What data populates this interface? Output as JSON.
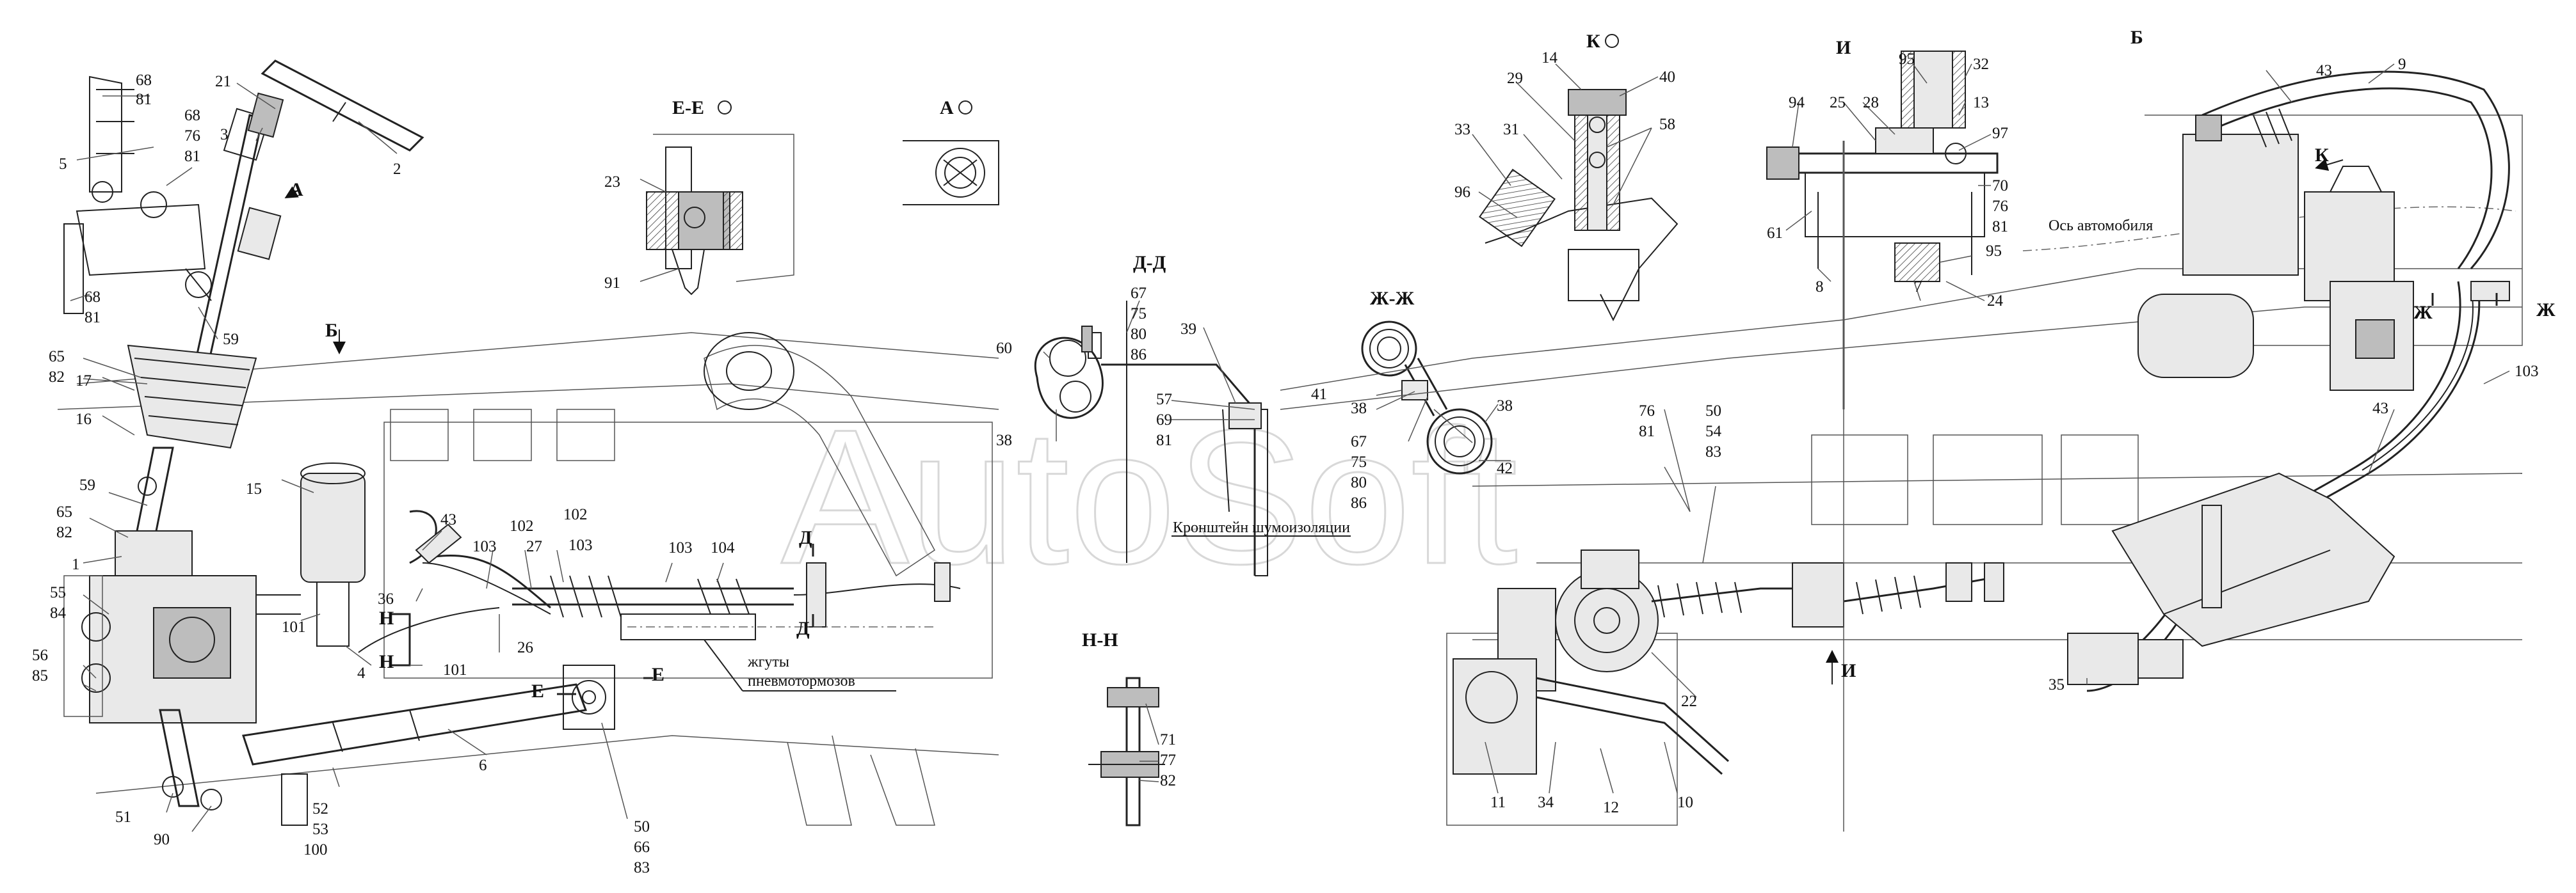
{
  "view_titles": {
    "ee": "Е-Е",
    "a": "А",
    "dd": "Д-Д",
    "k": "К",
    "i": "И",
    "b": "Б",
    "zhzh": "Ж-Ж",
    "nn": "Н-Н"
  },
  "notes": {
    "axis": "Ось автомобиля",
    "bracket": "Кронштейн шумоизоляции",
    "harness_line1": "жгуты",
    "harness_line2": "пневмотормозов",
    "watermark": "AutoSoft"
  },
  "section_marks": {
    "a": "А",
    "b": "Б",
    "e_left": "Е",
    "e_right": "Е",
    "n_top": "Н",
    "n_bottom": "Н",
    "d_top": "Д",
    "d_bottom": "Д",
    "k_arrow": "К",
    "zh_left": "Ж",
    "zh_right": "Ж",
    "i_arrow": "И"
  },
  "callouts": {
    "c68a": "68",
    "c81a": "81",
    "c5": "5",
    "c21": "21",
    "c3": "3",
    "c2": "2",
    "c68b": "68",
    "c76a": "76",
    "c81b": "81",
    "c68c": "68",
    "c81c": "81",
    "c65a": "65",
    "c82a": "82",
    "c59a": "59",
    "c17": "17",
    "c16": "16",
    "c59b": "59",
    "c65b": "65",
    "c82b": "82",
    "c1": "1",
    "c55": "55",
    "c84": "84",
    "c56": "56",
    "c85": "85",
    "c51": "51",
    "c90": "90",
    "c15": "15",
    "c101a": "101",
    "c4": "4",
    "c36": "36",
    "c101b": "101",
    "c43a": "43",
    "c103a": "103",
    "c102a": "102",
    "c27": "27",
    "c102b": "102",
    "c103b": "103",
    "c26": "26",
    "c103c": "103",
    "c104": "104",
    "c6": "6",
    "c52": "52",
    "c53": "53",
    "c100": "100",
    "c50a": "50",
    "c66": "66",
    "c83a": "83",
    "c23": "23",
    "c91": "91",
    "c67a": "67",
    "c75a": "75",
    "c80a": "80",
    "c86a": "86",
    "c60": "60",
    "c39": "39",
    "c57": "57",
    "c69": "69",
    "c81d": "81",
    "c38a": "38",
    "c41": "41",
    "c38b": "38",
    "c38c": "38",
    "c67b": "67",
    "c75b": "75",
    "c80b": "80",
    "c86b": "86",
    "c42": "42",
    "c71": "71",
    "c77": "77",
    "c82c": "82",
    "c14": "14",
    "c40": "40",
    "c29": "29",
    "c58": "58",
    "c33": "33",
    "c31": "31",
    "c96": "96",
    "c95a": "95",
    "c32": "32",
    "c94": "94",
    "c25": "25",
    "c28": "28",
    "c13": "13",
    "c97": "97",
    "c70": "70",
    "c76b": "76",
    "c81e": "81",
    "c61": "61",
    "c95b": "95",
    "c8": "8",
    "c7": "7",
    "c24": "24",
    "c43b": "43",
    "c9": "9",
    "c76c": "76",
    "c81f": "81",
    "c50b": "50",
    "c54": "54",
    "c83b": "83",
    "c103d": "103",
    "c43c": "43",
    "c22": "22",
    "c35": "35",
    "c11": "11",
    "c34": "34",
    "c12": "12",
    "c10": "10"
  }
}
